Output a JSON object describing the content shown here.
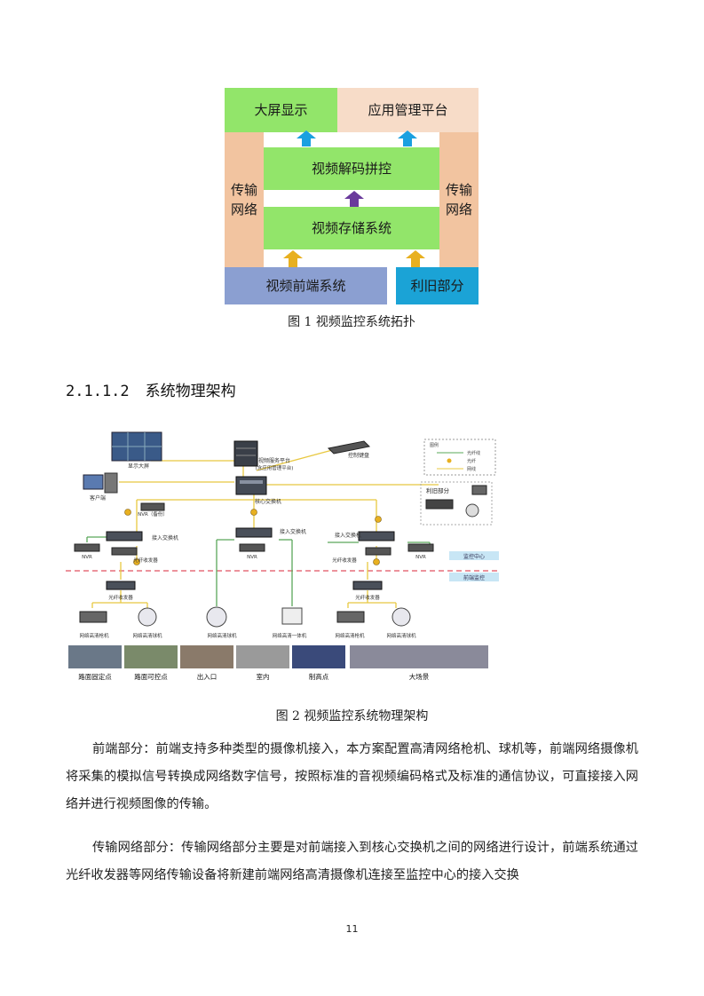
{
  "figure1": {
    "big_screen": "大屏显示",
    "app_platform": "应用管理平台",
    "decode": "视频解码拼控",
    "storage": "视频存储系统",
    "transport_left": "传输网络",
    "transport_right": "传输网络",
    "frontend": "视频前端系统",
    "legacy": "利旧部分",
    "caption": "图 1  视频监控系统拓扑"
  },
  "section": {
    "number": "2.1.1.2",
    "title": "系统物理架构"
  },
  "figure2": {
    "display_wall": "显示大屏",
    "client": "客户端",
    "server": "视频服务平台",
    "server_sub": "(含应用管理平台)",
    "keyboard": "控制键盘",
    "core_switch": "核心交换机",
    "nvr_backup": "NVR（备份）",
    "legend_title": "图例",
    "legend_items": [
      "光纤线",
      "光纤",
      "网线"
    ],
    "legacy": "利旧部分",
    "access_switch": "接入交换机",
    "access_switch_mid": "接入交换机",
    "access_switch_right": "接入交换机",
    "nvr": "NVR",
    "nvr_mid": "NVR",
    "nvr_right": "NVR",
    "nvr_left": "NVR",
    "fiber_left": "光纤收发器",
    "fiber_right": "光纤收发器",
    "monitor_center": "监控中心",
    "frontend_area": "前端监控",
    "fiber_tx_left": "光纤收发器",
    "fiber_tx_right": "光纤收发器",
    "cameras": [
      "网络高清枪机",
      "网络高清球机",
      "网络高清球机",
      "网络高清一体机",
      "网络高清枪机",
      "网络高清球机"
    ],
    "scenes": [
      "路面固定点",
      "路面可控点",
      "出入口",
      "室内",
      "制高点",
      "大场景"
    ],
    "caption": "图 2  视频监控系统物理架构"
  },
  "paragraphs": [
    "前端部分：前端支持多种类型的摄像机接入，本方案配置高清网络枪机、球机等，前端网络摄像机将采集的模拟信号转换成网络数字信号，按照标准的音视频编码格式及标准的通信协议，可直接接入网络并进行视频图像的传输。",
    "传输网络部分：传输网络部分主要是对前端接入到核心交换机之间的网络进行设计，前端系统通过光纤收发器等网络传输设备将新建前端网络高清摄像机连接至监控中心的接入交换"
  ],
  "page_number": "11",
  "colors": {
    "green": "#92e56a",
    "peach": "#f2c4a0",
    "frontend_blue": "#8b9fd1",
    "legacy_cyan": "#1ba3d6",
    "arrow_blue": "#1aa0e0",
    "arrow_purple": "#6a3a9c",
    "arrow_gold": "#e8b020",
    "line_yellow": "#e8c840",
    "line_green": "#5aa85a",
    "dashed_red": "#e05060"
  }
}
